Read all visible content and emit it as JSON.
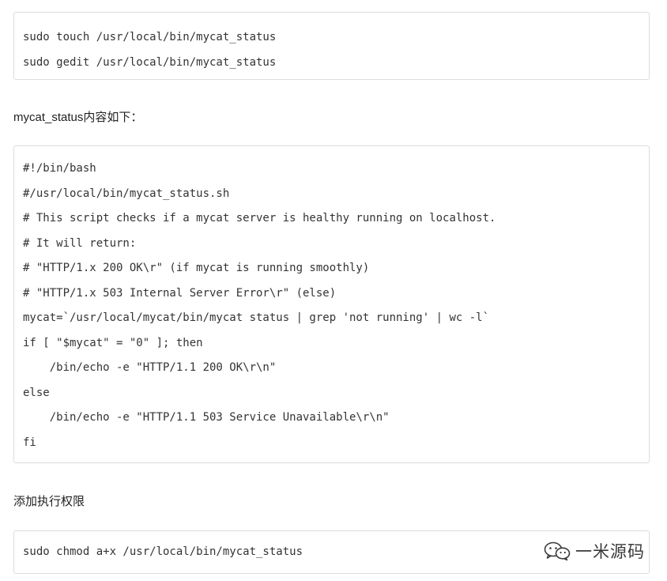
{
  "block1": {
    "lines": [
      "sudo touch /usr/local/bin/mycat_status",
      "sudo gedit /usr/local/bin/mycat_status"
    ]
  },
  "para1": {
    "text": "mycat_status内容如下："
  },
  "block2": {
    "lines": [
      "#!/bin/bash",
      "#/usr/local/bin/mycat_status.sh",
      "# This script checks if a mycat server is healthy running on localhost.",
      "# It will return:",
      "# \"HTTP/1.x 200 OK\\r\" (if mycat is running smoothly)",
      "# \"HTTP/1.x 503 Internal Server Error\\r\" (else)",
      "mycat=`/usr/local/mycat/bin/mycat status | grep 'not running' | wc -l`",
      "if [ \"$mycat\" = \"0\" ]; then",
      "    /bin/echo -e \"HTTP/1.1 200 OK\\r\\n\"",
      "else",
      "    /bin/echo -e \"HTTP/1.1 503 Service Unavailable\\r\\n\"",
      "fi"
    ]
  },
  "para2": {
    "text": "添加执行权限"
  },
  "block3": {
    "lines": [
      "sudo chmod a+x /usr/local/bin/mycat_status"
    ]
  },
  "watermark": {
    "icon": "wechat-icon",
    "text": "一米源码"
  }
}
